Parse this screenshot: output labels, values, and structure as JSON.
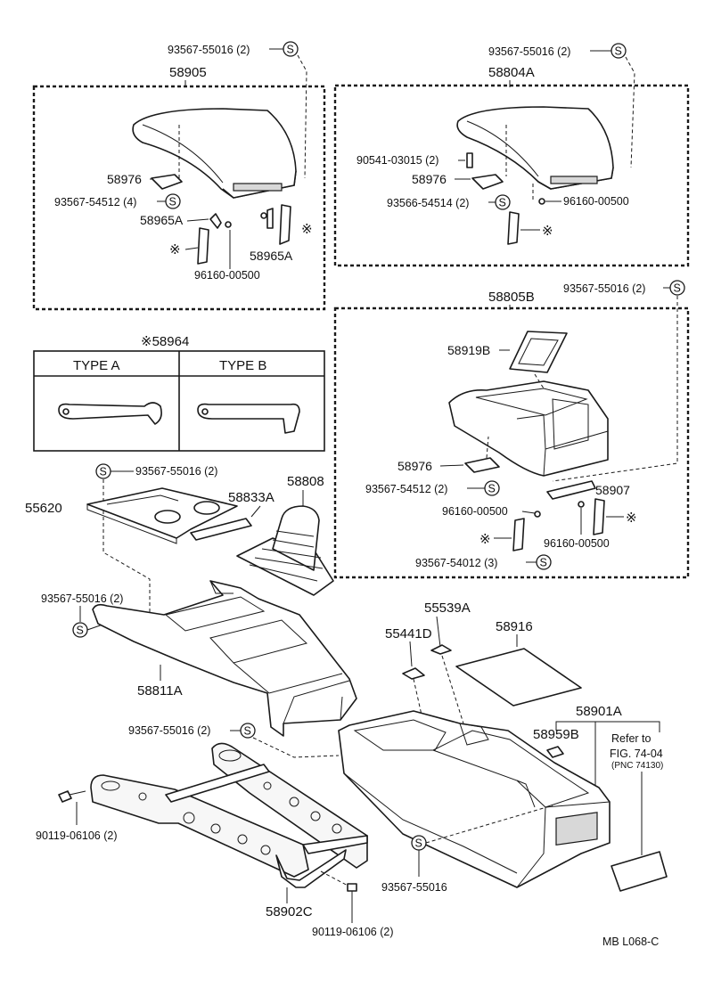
{
  "groups": {
    "armrest_left": "58905",
    "armrest_right": "58804A",
    "console_upper_box": "58805B",
    "type_table_title": "※58964",
    "type_a": "TYPE  A",
    "type_b": "TYPE  B"
  },
  "labels": {
    "l1": "93567-55016 (2)",
    "l2": "93567-55016 (2)",
    "l3": "58976",
    "l4": "93567-54512 (4)",
    "l5": "58965A",
    "l6": "58965A",
    "l7": "96160-00500",
    "l8": "90541-03015 (2)",
    "l9": "58976",
    "l10": "93566-54514 (2)",
    "l11": "96160-00500",
    "l12": "93567-55016 (2)",
    "l13": "58919B",
    "l14": "58976",
    "l15": "93567-54512 (2)",
    "l16": "58907",
    "l17": "96160-00500",
    "l18": "96160-00500",
    "l19": "93567-54012 (3)",
    "l20": "93567-55016 (2)",
    "l21": "55620",
    "l22": "58833A",
    "l23": "58808",
    "l24": "93567-55016 (2)",
    "l25": "58811A",
    "l26": "55539A",
    "l27": "55441D",
    "l28": "58916",
    "l29": "58901A",
    "l30": "58959B",
    "l31": "93567-55016 (2)",
    "l32": "90119-06106 (2)",
    "l33": "93567-55016",
    "l34": "58902C",
    "l35": "90119-06106 (2)"
  },
  "refer": {
    "line1": "Refer to",
    "line2": "FIG. 74-04",
    "line3": "(PNC 74130)"
  },
  "symbols": {
    "screw": "S",
    "asterisk": "※"
  },
  "footer": {
    "code": "MB  L068-C"
  }
}
